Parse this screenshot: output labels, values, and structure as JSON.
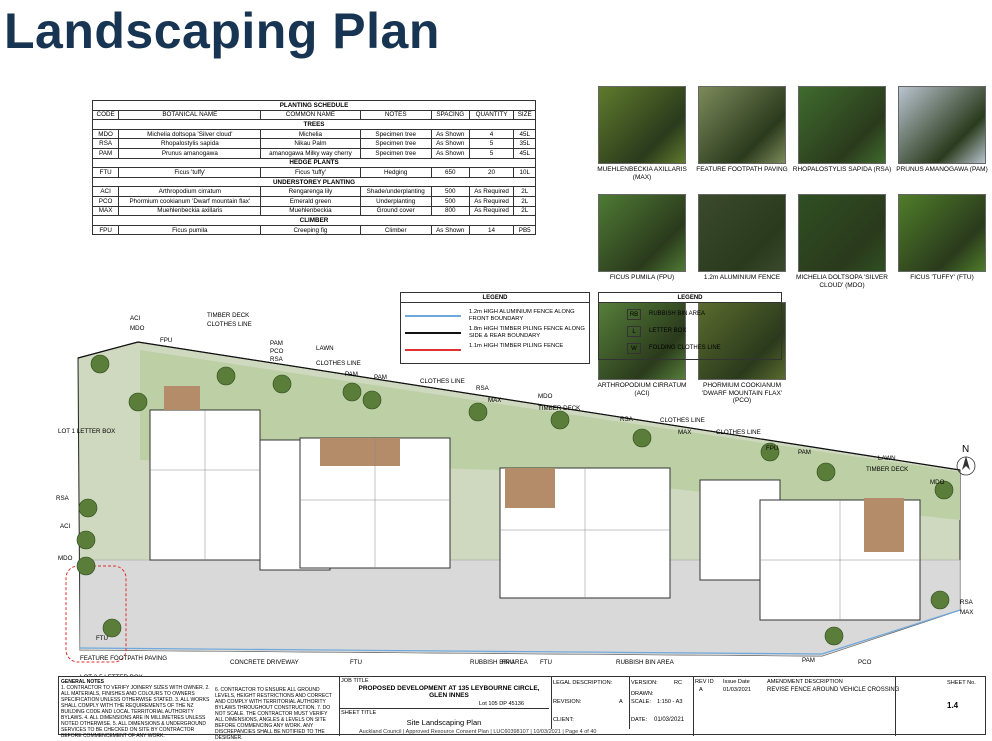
{
  "page_title": "Landscaping Plan",
  "schedule": {
    "title": "PLANTING SCHEDULE",
    "columns": [
      "CODE",
      "BOTANICAL NAME",
      "COMMON NAME",
      "NOTES",
      "SPACING",
      "QUANTITY",
      "SIZE"
    ],
    "sections": [
      {
        "name": "TREES",
        "rows": [
          [
            "MDO",
            "Michelia doltsopa 'Silver cloud'",
            "Michelia",
            "Specimen tree",
            "As Shown",
            "4",
            "45L"
          ],
          [
            "RSA",
            "Rhopalostylis sapida",
            "Nikau Palm",
            "Specimen tree",
            "As Shown",
            "5",
            "35L"
          ],
          [
            "PAM",
            "Prunus amanogawa",
            "amanogawa Milky way cherry",
            "Specimen tree",
            "As Shown",
            "5",
            "45L"
          ]
        ]
      },
      {
        "name": "HEDGE PLANTS",
        "rows": [
          [
            "FTU",
            "Ficus 'tuffy'",
            "Ficus 'tuffy'",
            "Hedging",
            "650",
            "20",
            "10L"
          ]
        ]
      },
      {
        "name": "UNDERSTOREY PLANTING",
        "rows": [
          [
            "ACI",
            "Arthropodium cirratum",
            "Rengarenga lily",
            "Shade/underplanting",
            "500",
            "As Required",
            "2L"
          ],
          [
            "PCO",
            "Phormium cookianum 'Dwarf mountain flax'",
            "Emerald green",
            "Underplanting",
            "500",
            "As Required",
            "2L"
          ],
          [
            "MAX",
            "Muehlenbeckia axillaris",
            "Muehlenbeckia",
            "Ground cover",
            "800",
            "As Required",
            "2L"
          ]
        ]
      },
      {
        "name": "CLIMBER",
        "rows": [
          [
            "FPU",
            "Ficus pumila",
            "Creeping fig",
            "Climber",
            "As Shown",
            "14",
            "PB5"
          ]
        ]
      }
    ]
  },
  "photos": [
    {
      "caption": "MUEHLENBECKIA AXILLARIS (MAX)",
      "color": "#5f7a2c"
    },
    {
      "caption": "FEATURE FOOTPATH PAVING",
      "color": "#7c8a5a"
    },
    {
      "caption": "RHOPALOSTYLIS SAPIDA (RSA)",
      "color": "#3f6b2e"
    },
    {
      "caption": "PRUNUS AMANOGAWA (PAM)",
      "color": "#b9c4cf"
    },
    {
      "caption": "FICUS PUMILA (FPU)",
      "color": "#4e7a34"
    },
    {
      "caption": "1.2m ALUMINIUM FENCE",
      "color": "#3b4a2c"
    },
    {
      "caption": "MICHELIA DOLTSOPA 'SILVER CLOUD' (MDO)",
      "color": "#2f4f22"
    },
    {
      "caption": "FICUS 'TUFFY' (FTU)",
      "color": "#4f7d2a"
    },
    {
      "caption": "ARTHROPODIUM CIRRATUM (ACI)",
      "color": "#567f3a"
    },
    {
      "caption": "PHORMIUM COOKIANUM 'DWARF MOUNTAIN FLAX' (PCO)",
      "color": "#5b6b2e"
    }
  ],
  "legend1": {
    "title": "LEGEND",
    "items": [
      {
        "text": "1.2m HIGH ALUMINIUM FENCE ALONG FRONT BOUNDARY",
        "color": "#6fa8dc"
      },
      {
        "text": "1.8m HIGH TIMBER PILING FENCE ALONG SIDE & REAR BOUNDARY",
        "color": "#111111"
      },
      {
        "text": "1.1m HIGH TIMBER PILING FENCE",
        "color": "#e03030"
      }
    ]
  },
  "legend2": {
    "title": "LEGEND",
    "items": [
      {
        "sym": "RB",
        "text": "RUBBISH BIN AREA"
      },
      {
        "sym": "L",
        "text": "LETTER BOX"
      },
      {
        "sym": "W",
        "text": "FOLDING CLOTHES LINE"
      }
    ]
  },
  "plan_labels": [
    {
      "t": "ACI"
    },
    {
      "t": "MDO"
    },
    {
      "t": "FPU"
    },
    {
      "t": "TIMBER DECK"
    },
    {
      "t": "CLOTHES LINE"
    },
    {
      "t": "PAM"
    },
    {
      "t": "PCO"
    },
    {
      "t": "RSA"
    },
    {
      "t": "LAWN"
    },
    {
      "t": "CLOTHES LINE"
    },
    {
      "t": "PAM"
    },
    {
      "t": "PAM"
    },
    {
      "t": "CLOTHES LINE"
    },
    {
      "t": "RSA"
    },
    {
      "t": "MAX"
    },
    {
      "t": "MDO"
    },
    {
      "t": "TIMBER DECK"
    },
    {
      "t": "RSA"
    },
    {
      "t": "CLOTHES LINE"
    },
    {
      "t": "MAX"
    },
    {
      "t": "CLOTHES LINE"
    },
    {
      "t": "FPU"
    },
    {
      "t": "PAM"
    },
    {
      "t": "LAWN"
    },
    {
      "t": "TIMBER DECK"
    },
    {
      "t": "MDO"
    },
    {
      "t": "LOT 1 LETTER BOX"
    },
    {
      "t": "RSA"
    },
    {
      "t": "ACI"
    },
    {
      "t": "MDO"
    },
    {
      "t": "LOT 2-5 LETTER BOX"
    },
    {
      "t": "FEATURE FOOTPATH PAVING"
    },
    {
      "t": "FTU"
    },
    {
      "t": "CONCRETE DRIVEWAY"
    },
    {
      "t": "FTU"
    },
    {
      "t": "RUBBISH BIN AREA"
    },
    {
      "t": "FPU"
    },
    {
      "t": "FTU"
    },
    {
      "t": "RUBBISH BIN AREA"
    },
    {
      "t": "PAM"
    },
    {
      "t": "PCO"
    },
    {
      "t": "RSA"
    },
    {
      "t": "MAX"
    }
  ],
  "north": "N",
  "title_block": {
    "general_notes_title": "GENERAL NOTES",
    "notes_left": "1. CONTRACTOR TO VERIFY JOINERY SIZES WITH OWNER. 2. ALL MATERIALS, FINISHES AND COLOURS TO OWNERS SPECIFICATION UNLESS OTHERWISE STATED. 3. ALL WORKS SHALL COMPLY WITH THE REQUIREMENTS OF THE NZ BUILDING CODE AND LOCAL TERRITORIAL AUTHORITY BYLAWS. 4. ALL DIMENSIONS ARE IN MILLIMETRES UNLESS NOTED OTHERWISE. 5. ALL DIMENSIONS & UNDERGROUND SERVICES TO BE CHECKED ON SITE BY CONTRACTOR BEFORE COMMENCEMENT OF ANY WORK.",
    "notes_mid": "6. CONTRACTOR TO ENSURE ALL GROUND LEVELS, HEIGHT RESTRICTIONS AND CORRECT AND COMPLY WITH TERRITORIAL AUTHORITY BYLAWS THROUGHOUT CONSTRUCTION. 7. DO NOT SCALE. THE CONTRACTOR MUST VERIFY ALL DIMENSIONS, ANGLES & LEVELS ON SITE BEFORE COMMENCING ANY WORK. ANY DISCREPANCIES SHALL BE NOTIFIED TO THE DESIGNER.",
    "job_title_lbl": "JOB TITLE",
    "job_title": "PROPOSED DEVELOPMENT AT 135 LEYBOURNE CIRCLE, GLEN INNES",
    "lot": "Lot 105 DP 45136",
    "sheet_title_lbl": "SHEET TITLE",
    "sheet_title": "Site Landscaping Plan",
    "consent": "Auckland Council | Approved Resource Consent Plan | LUC60398107 | 10/03/2021 | Page 4 of 40",
    "legal_lbl": "LEGAL DESCRIPTION:",
    "version_lbl": "VERSION:",
    "version": "RC",
    "drawn_lbl": "DRAWN:",
    "revision_lbl": "REVISION:",
    "revision": "A",
    "scale_lbl": "SCALE:",
    "scale": "1:150 - A3",
    "client_lbl": "CLIENT:",
    "date_lbl": "DATE:",
    "date": "01/03/2021",
    "rev_id_lbl": "REV ID",
    "issue_date_lbl": "Issue Date",
    "amend_lbl": "AMENDMENT DESCRIPTION",
    "rev_id": "A",
    "issue_date": "01/03/2021",
    "amend": "REVISE FENCE AROUND VEHICLE CROSSING",
    "sheet_no_lbl": "SHEET No.",
    "sheet_no": "1.4"
  }
}
